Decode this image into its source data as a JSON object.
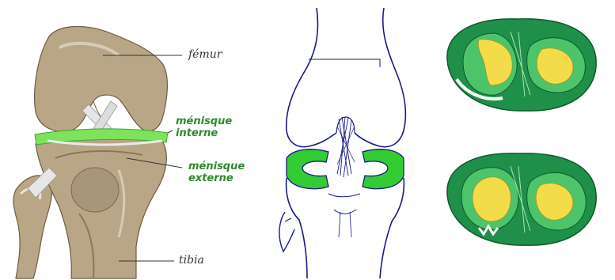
{
  "labels": {
    "femur": "fémur",
    "menisque_interne_line1": "ménisque",
    "menisque_interne_line2": "interne",
    "menisque_externe_line1": "ménisque",
    "menisque_externe_line2": "externe",
    "tibia": "tibia"
  },
  "colors": {
    "bone": "#b8a686",
    "bone_dark": "#8a7758",
    "meniscus_light": "#7ee35a",
    "meniscus_green": "#33cc33",
    "outline_blue": "#1a1a8c",
    "meniscus_dark_green": "#1f8f4a",
    "cartilage_yellow": "#f2dc4a",
    "label_green": "#2f8a2f"
  }
}
